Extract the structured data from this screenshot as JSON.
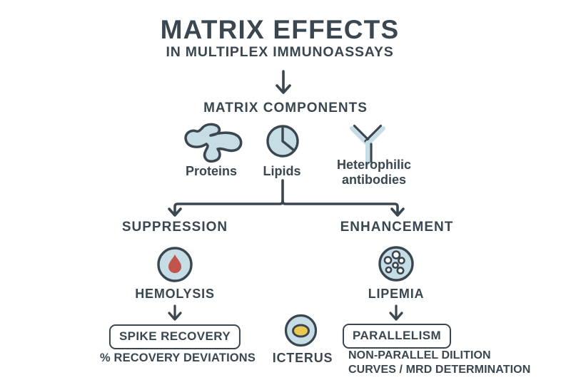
{
  "theme": {
    "dark": "#3a4750",
    "light_blue": "#c7dde5",
    "red": "#c2544b",
    "yellow": "#ecc851",
    "background": "#ffffff"
  },
  "header": {
    "title": "MATRIX EFFECTS",
    "subtitle": "IN MULTIPLEX IMMUNOASSAYS"
  },
  "components": {
    "heading": "MATRIX COMPONENTS",
    "items": [
      {
        "label": "Proteins",
        "icon": "protein-blob-icon"
      },
      {
        "label": "Lipids",
        "icon": "lipids-pie-icon"
      },
      {
        "label": "Heterophilic antibodies",
        "icon": "antibody-icon"
      }
    ]
  },
  "suppression_branch": {
    "heading": "SUPPRESSION",
    "icon": "blood-drop-icon",
    "node_label": "HEMOLYSIS",
    "box_label": "SPIKE RECOVERY",
    "caption": "% RECOVERY DEVIATIONS"
  },
  "enhancement_branch": {
    "heading": "ENHANCEMENT",
    "icon": "lipid-droplets-icon",
    "node_label": "LIPEMIA",
    "box_label": "PARALLELISM",
    "caption_line1": "NON-PARALLEL DILITION",
    "caption_line2": "CURVES / MRD DETERMINATION"
  },
  "icterus_node": {
    "icon": "icterus-icon",
    "label": "ICTERUS"
  }
}
